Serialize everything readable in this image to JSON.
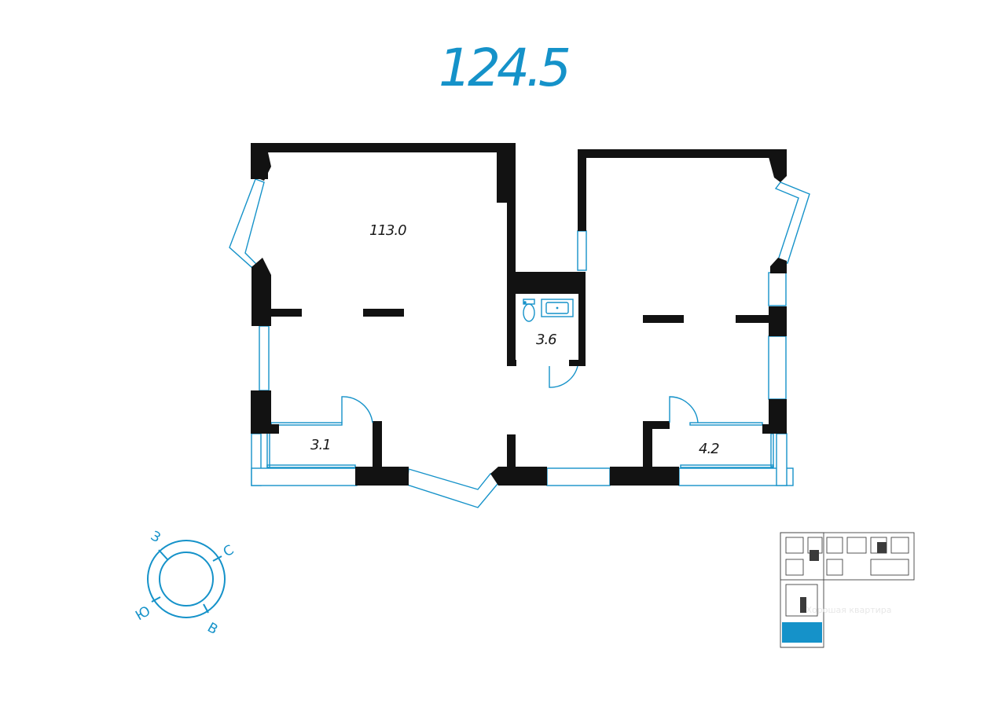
{
  "header": {
    "total_area": "124.5"
  },
  "rooms": {
    "main_room": "113.0",
    "bathroom": "3.6",
    "balcony_left": "3.1",
    "balcony_right": "4.2"
  },
  "compass": {
    "north": "С",
    "east": "В",
    "south": "Ю",
    "west": "З"
  },
  "watermark": "Хорошая квартира",
  "colors": {
    "accent": "#1592c9",
    "wall": "#121212",
    "background": "#ffffff"
  },
  "icons": {
    "toilet": "toilet-icon",
    "sink": "sink-icon"
  }
}
